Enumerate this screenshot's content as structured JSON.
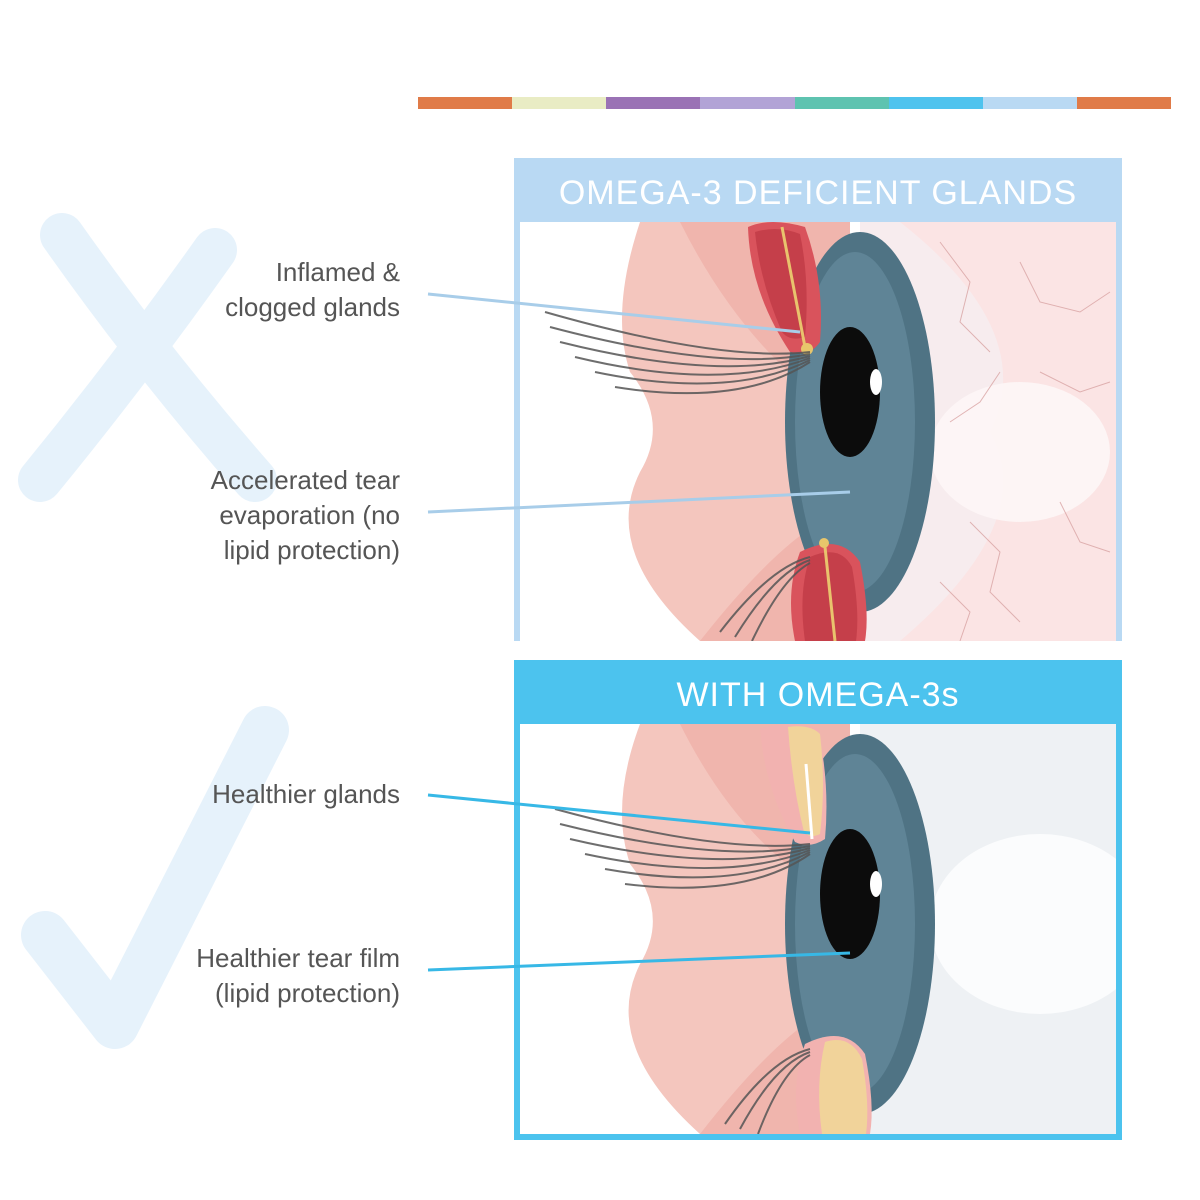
{
  "stripe_colors": [
    "#e07b48",
    "#e9ecc4",
    "#9a72b5",
    "#b2a3d6",
    "#5ec3b0",
    "#4ec3ee",
    "#b9d9f3",
    "#e07b48"
  ],
  "deficient": {
    "title": "OMEGA-3 DEFICIENT GLANDS",
    "labels": [
      {
        "text": "Inflamed &\nclogged glands"
      },
      {
        "text": "Accelerated tear\nevaporation (no\nlipid protection)"
      }
    ],
    "accent": "#b9d9f3"
  },
  "healthy": {
    "title": "WITH OMEGA-3s",
    "labels": [
      {
        "text": "Healthier glands"
      },
      {
        "text": "Healthier tear film\n(lipid protection)"
      }
    ],
    "accent": "#4cc3ee"
  }
}
